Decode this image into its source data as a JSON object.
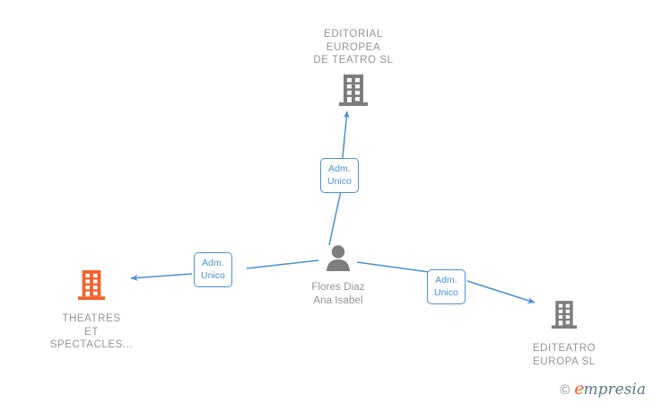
{
  "diagram": {
    "type": "corporate-relationship-graph",
    "background_color": "#ffffff",
    "edge_color": "#4a90d9",
    "company_color": "#7d7d7d",
    "company_highlight_color": "#f4602b",
    "person_color": "#7d7d7d",
    "caption_color": "#949494"
  },
  "nodes": [
    {
      "id": "editorial-europea-de-teatro",
      "kind": "company",
      "icon": "building-icon",
      "color": "#7d7d7d",
      "caption": "EDITORIAL\nEUROPEA\nDE TEATRO  SL"
    },
    {
      "id": "flores-diaz-ana-isabel",
      "kind": "person",
      "icon": "person-icon",
      "color": "#7d7d7d",
      "caption": "Flores Diaz\nAna Isabel"
    },
    {
      "id": "theatres-et-spectacles",
      "kind": "company",
      "icon": "building-icon",
      "color": "#f4602b",
      "caption": "THEATRES\nET\nSPECTACLES..."
    },
    {
      "id": "editeatro-europa",
      "kind": "company",
      "icon": "building-icon",
      "color": "#7d7d7d",
      "caption": "EDITEATRO\nEUROPA  SL"
    }
  ],
  "edges": [
    {
      "id": "edge-to-editorial-europea",
      "from": "flores-diaz-ana-isabel",
      "to": "editorial-europea-de-teatro",
      "label": "Adm.\nUnico",
      "direction": "up"
    },
    {
      "id": "edge-to-theatres-et-spectacles",
      "from": "flores-diaz-ana-isabel",
      "to": "theatres-et-spectacles",
      "label": "Adm.\nUnico",
      "direction": "left"
    },
    {
      "id": "edge-to-editeatro-europa",
      "from": "flores-diaz-ana-isabel",
      "to": "editeatro-europa",
      "label": "Adm.\nUnico",
      "direction": "right"
    }
  ],
  "watermark": {
    "copyright": "©",
    "brand_initial": "e",
    "brand_rest": "mpresia"
  }
}
